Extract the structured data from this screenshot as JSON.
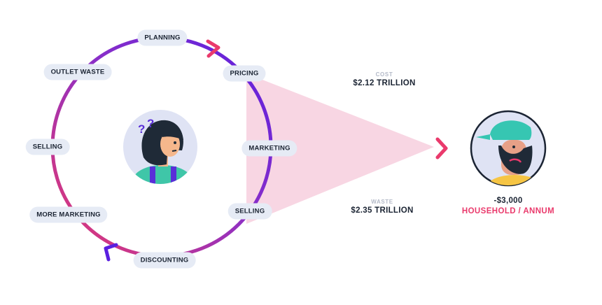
{
  "cycle": {
    "stages": [
      "PLANNING",
      "PRICING",
      "MARKETING",
      "SELLING",
      "DISCOUNTING",
      "MORE MARKETING",
      "SELLING",
      "OUTLET WASTE"
    ]
  },
  "stats": {
    "cost": {
      "label": "COST",
      "value": "$2.12 TRILLION"
    },
    "waste": {
      "label": "WASTE",
      "value": "$2.35 TRILLION"
    }
  },
  "result": {
    "amount": "-$3,000",
    "unit": "HOUSEHOLD / ANNUM"
  },
  "colors": {
    "ring_purple": "#5a1fe0",
    "ring_pink": "#ea3a6c",
    "accent_pink": "#ea3a6c",
    "funnel": "#f8d6e3",
    "pill_bg": "#e6ebf5",
    "avatar_bg": "#dfe3f4",
    "text_dark": "#1b2433",
    "text_muted": "#b4bac8"
  }
}
